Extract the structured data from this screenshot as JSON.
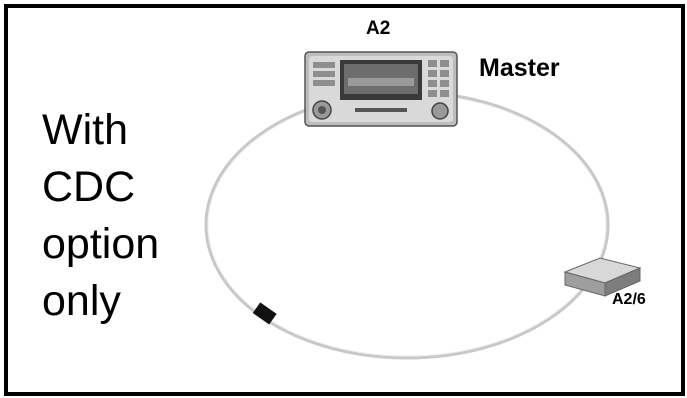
{
  "side_text": [
    "With",
    "CDC",
    "option",
    "only"
  ],
  "nodes": {
    "head_unit": {
      "id": "A2",
      "role": "Master"
    },
    "cd_changer": {
      "id": "A2/6"
    }
  },
  "colors": {
    "frame": "#000000",
    "ring": "#c8c8c8",
    "text": "#000000"
  }
}
